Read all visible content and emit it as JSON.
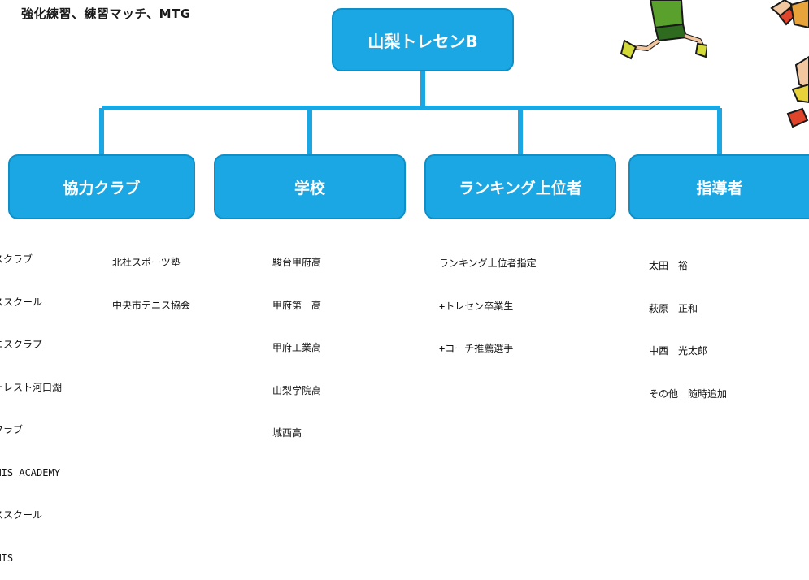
{
  "heading": "強化練習、練習マッチ、MTG",
  "root": {
    "label": "山梨トレセンB"
  },
  "branches": [
    {
      "label": "協力クラブ"
    },
    {
      "label": "学校"
    },
    {
      "label": "ランキング上位者"
    },
    {
      "label": "指導者"
    }
  ],
  "clubs_col1": [
    "ニスクラブ",
    "ニススクール",
    "テニスクラブ",
    "フォレスト河口湖",
    "スクラブ",
    "ENNIS ACADEMY",
    "ニススクール",
    "ENNIS"
  ],
  "clubs_col2": [
    "北杜スポーツ塾",
    "中央市テニス協会"
  ],
  "schools": [
    "駿台甲府高",
    "甲府第一高",
    "甲府工業高",
    "山梨学院高",
    "城西高"
  ],
  "ranking": [
    "ランキング上位者指定",
    "+トレセン卒業生",
    "+コーチ推薦選手"
  ],
  "coaches": [
    "太田　裕",
    "萩原　正和",
    "中西　光太郎",
    "その他　随時追加"
  ],
  "colors": {
    "box": "#1ba7e3",
    "line": "#1ba7e3"
  },
  "decorations": [
    "runner-illustration-1",
    "runner-illustration-2",
    "runner-illustration-3"
  ]
}
